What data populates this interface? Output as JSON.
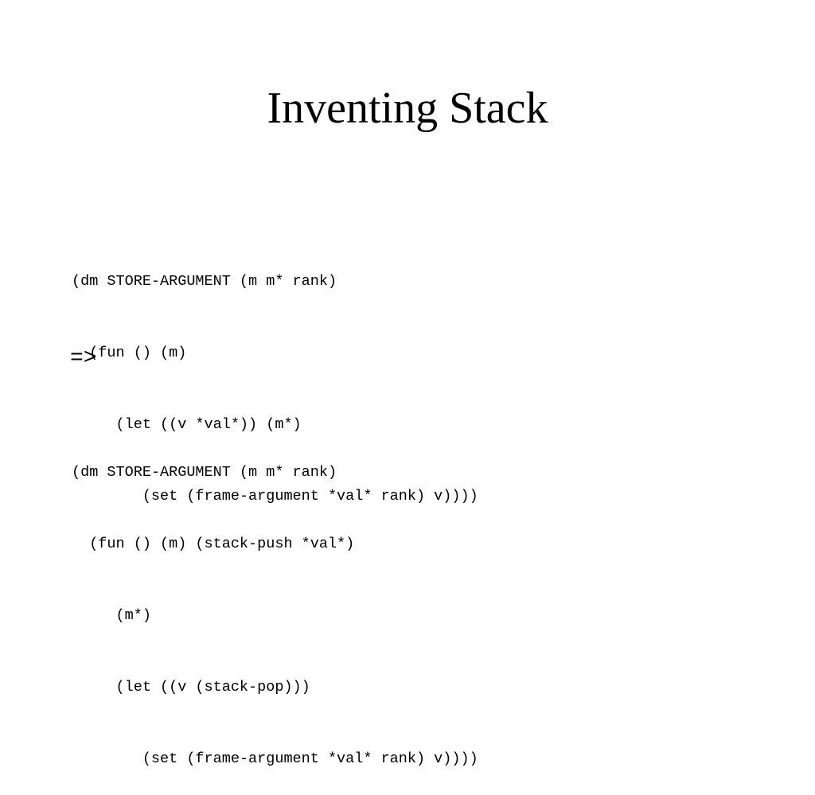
{
  "title": "Inventing Stack",
  "before": {
    "lines": [
      "(dm STORE-ARGUMENT (m m* rank)",
      "  (fun () (m)",
      "     (let ((v *val*)) (m*)",
      "        (set (frame-argument *val* rank) v))))"
    ]
  },
  "arrow": "=>",
  "after": {
    "lines": [
      "(dm STORE-ARGUMENT (m m* rank)",
      "  (fun () (m) (stack-push *val*)",
      "     (m*)",
      "     (let ((v (stack-pop)))",
      "        (set (frame-argument *val* rank) v))))"
    ]
  }
}
